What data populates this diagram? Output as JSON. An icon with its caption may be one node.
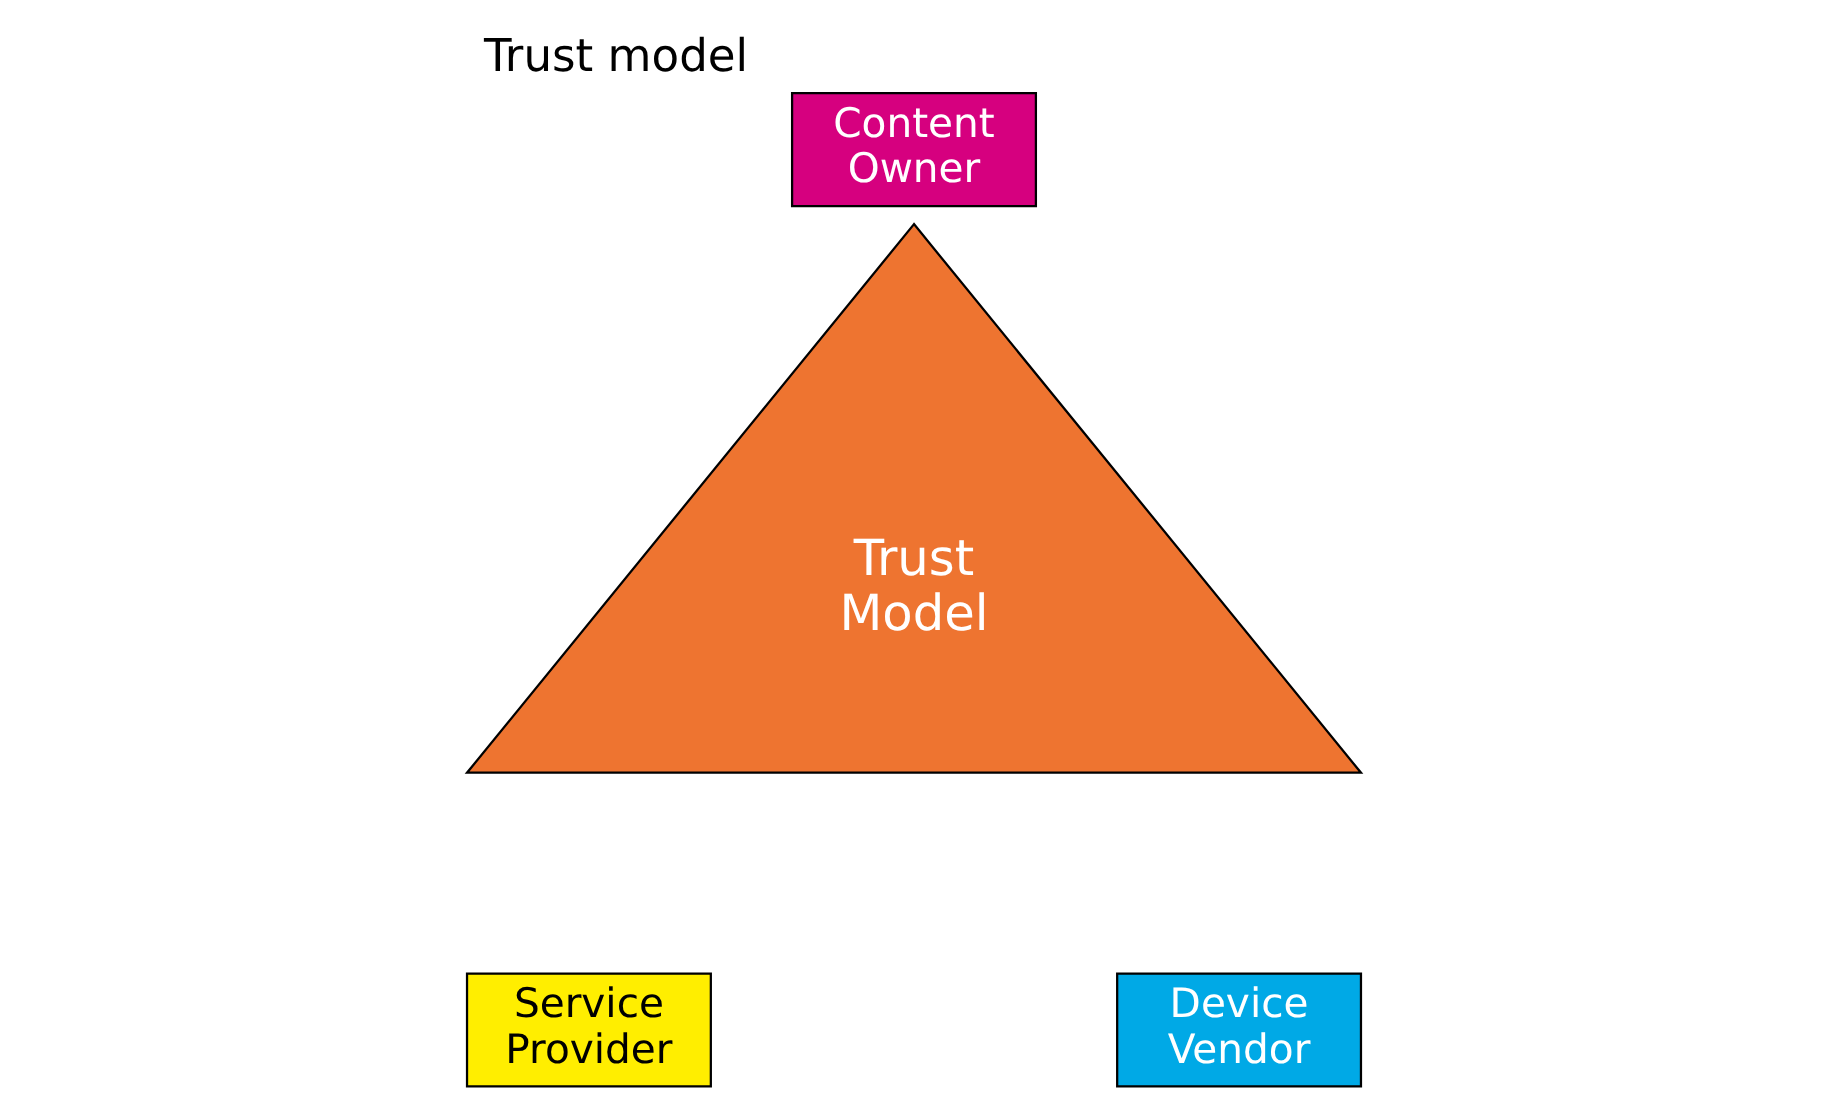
{
  "diagram": {
    "title": "Trust model",
    "nodes": [
      {
        "text": [
          "Content Owner"
        ]
      },
      {
        "text": [
          "Trust Model"
        ]
      },
      {
        "text": [
          "Service Provider"
        ]
      },
      {
        "text": [
          "Device Vendor"
        ]
      }
    ]
  }
}
